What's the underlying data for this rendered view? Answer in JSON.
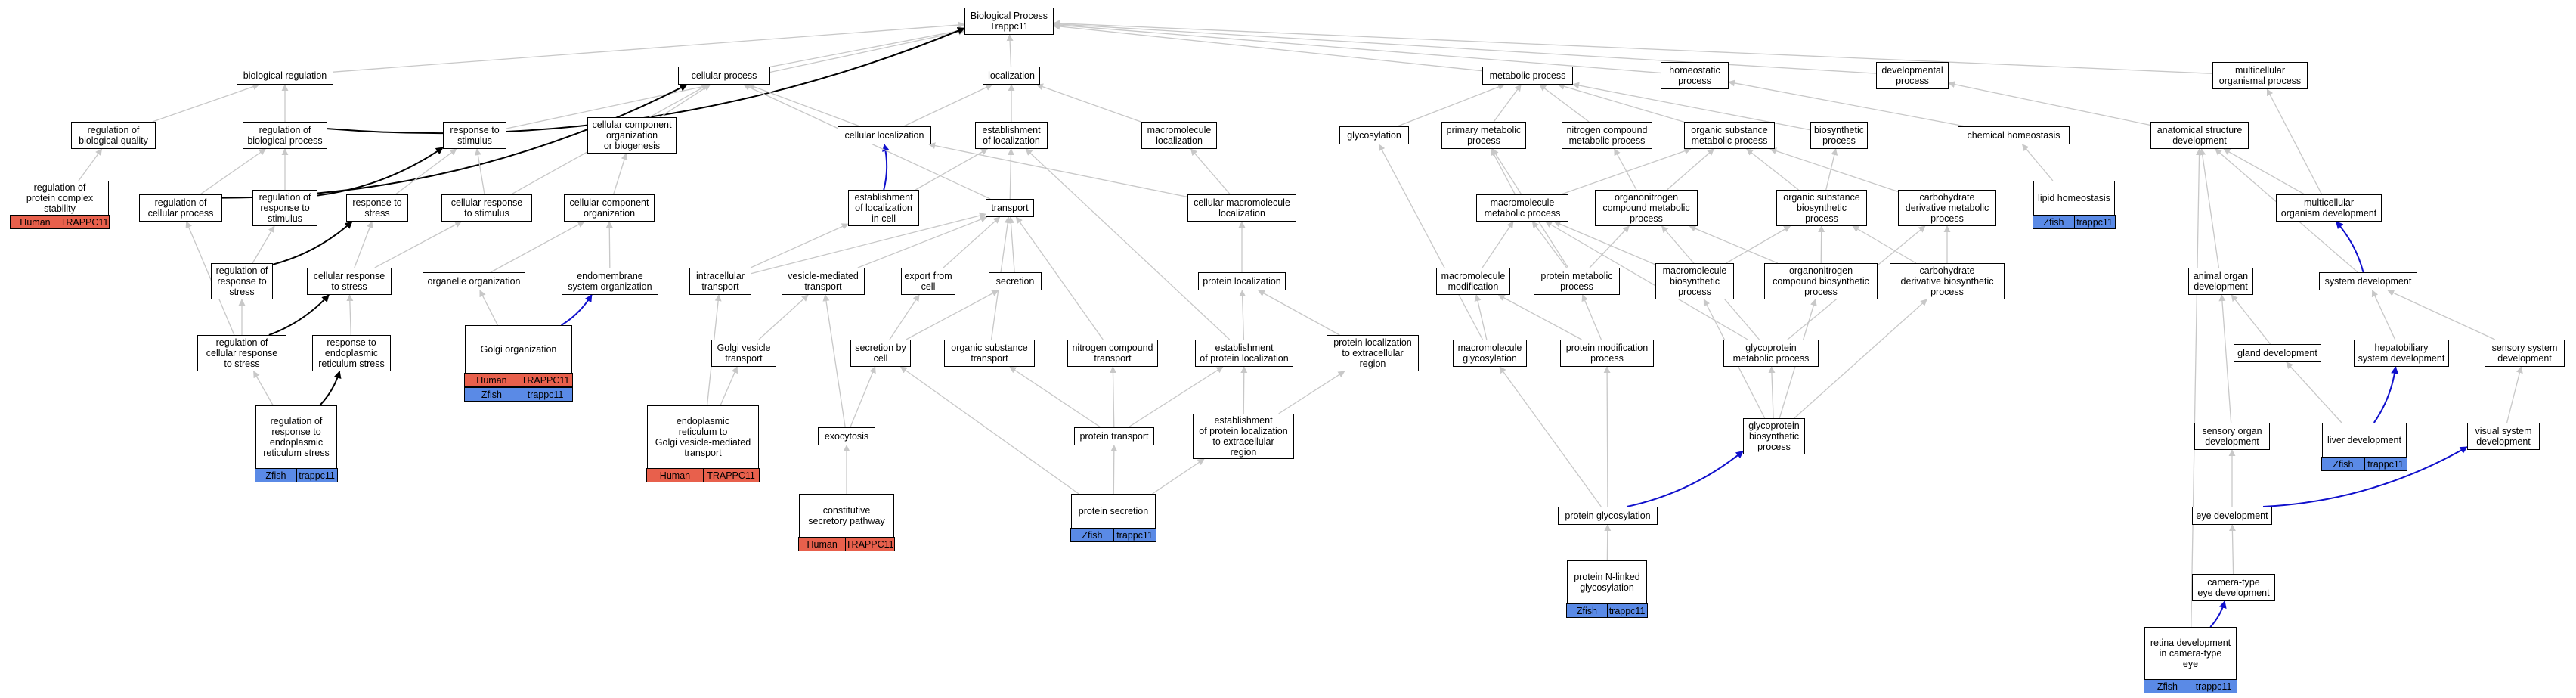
{
  "colors": {
    "human": "#e8604c",
    "zfish": "#5a8ae6",
    "edge_gray": "#c8c8c8",
    "edge_black": "#000000",
    "edge_blue": "#1010cc"
  },
  "nodes": {
    "root": "Biological Process\nTrappc11",
    "bio_reg": "biological regulation",
    "cellular_process": "cellular process",
    "localization": "localization",
    "metabolic_process": "metabolic process",
    "homeostatic": "homeostatic\nprocess",
    "developmental": "developmental\nprocess",
    "multicellular_org": "multicellular\norganismal process",
    "reg_bio_quality": "regulation of\nbiological quality",
    "reg_bio_process": "regulation of\nbiological process",
    "response_stimulus": "response to\nstimulus",
    "ccob": "cellular component\norganization\nor biogenesis",
    "cell_loc": "cellular localization",
    "est_loc": "establishment\nof localization",
    "macro_loc": "macromolecule\nlocalization",
    "glycosylation": "glycosylation",
    "primary_met": "primary metabolic\nprocess",
    "nitrogen_met": "nitrogen compound\nmetabolic process",
    "org_sub_met": "organic substance\nmetabolic process",
    "biosynthetic": "biosynthetic\nprocess",
    "chem_homeo": "chemical homeostasis",
    "anat_dev": "anatomical structure\ndevelopment",
    "reg_pcs": "regulation of\nprotein complex\nstability",
    "reg_cell_proc": "regulation of\ncellular process",
    "reg_resp_stim": "regulation of\nresponse to\nstimulus",
    "resp_stress": "response to\nstress",
    "cell_resp_stim": "cellular response\nto stimulus",
    "cc_org": "cellular component\norganization",
    "est_loc_cell": "establishment\nof localization\nin cell",
    "transport": "transport",
    "cell_macro_loc": "cellular macromolecule\nlocalization",
    "macro_met": "macromolecule\nmetabolic process",
    "orgN_met": "organonitrogen\ncompound metabolic\nprocess",
    "org_sub_bio": "organic substance\nbiosynthetic\nprocess",
    "carb_met": "carbohydrate\nderivative metabolic\nprocess",
    "lipid_homeo": "lipid homeostasis",
    "multi_org_dev": "multicellular\norganism development",
    "reg_resp_stress": "regulation of\nresponse to\nstress",
    "cell_resp_stress": "cellular response\nto stress",
    "organelle_org": "organelle organization",
    "endomem_org": "endomembrane\nsystem organization",
    "intracell_trans": "intracellular\ntransport",
    "vesicle_trans": "vesicle-mediated\ntransport",
    "export_cell": "export from\ncell",
    "secretion": "secretion",
    "protein_loc": "protein localization",
    "macro_mod": "macromolecule\nmodification",
    "protein_met": "protein metabolic\nprocess",
    "macro_bio": "macromolecule\nbiosynthetic\nprocess",
    "orgN_bio": "organonitrogen\ncompound biosynthetic\nprocess",
    "carb_bio": "carbohydrate\nderivative biosynthetic\nprocess",
    "animal_organ_dev": "animal organ\ndevelopment",
    "system_dev": "system development",
    "reg_cell_resp_stress": "regulation of\ncellular response\nto stress",
    "resp_er_stress": "response to\nendoplasmic\nreticulum stress",
    "golgi_org": "Golgi organization",
    "golgi_ves": "Golgi vesicle\ntransport",
    "secretion_by_cell": "secretion by\ncell",
    "org_sub_trans": "organic substance\ntransport",
    "nitrogen_trans": "nitrogen compound\ntransport",
    "est_prot_loc": "establishment\nof protein localization",
    "prot_loc_ext": "protein localization\nto extracellular\nregion",
    "macro_glyco": "macromolecule\nglycosylation",
    "prot_mod": "protein modification\nprocess",
    "glycoprot_met": "glycoprotein\nmetabolic process",
    "gland_dev": "gland development",
    "hepato_dev": "hepatobiliary\nsystem development",
    "sensory_sys_dev": "sensory system\ndevelopment",
    "reg_resp_er_stress": "regulation of\nresponse to\nendoplasmic\nreticulum stress",
    "er_golgi_trans": "endoplasmic\nreticulum to\nGolgi vesicle-mediated\ntransport",
    "exocytosis": "exocytosis",
    "prot_trans": "protein transport",
    "est_prot_loc_ext": "establishment\nof protein localization\nto extracellular\nregion",
    "glycoprot_bio": "glycoprotein\nbiosynthetic\nprocess",
    "sensory_organ_dev": "sensory organ\ndevelopment",
    "liver_dev": "liver development",
    "visual_sys_dev": "visual system\ndevelopment",
    "const_secretory": "constitutive\nsecretory pathway",
    "prot_secretion": "protein secretion",
    "prot_glyco": "protein glycosylation",
    "eye_dev": "eye development",
    "prot_nlinked": "protein N-linked\nglycosylation",
    "camera_eye_dev": "camera-type\neye development",
    "retina_dev": "retina development\nin camera-type\neye"
  },
  "annotations": {
    "reg_pcs": [
      {
        "species": "Human",
        "gene": "TRAPPC11"
      }
    ],
    "golgi_org": [
      {
        "species": "Human",
        "gene": "TRAPPC11"
      },
      {
        "species": "Zfish",
        "gene": "trappc11"
      }
    ],
    "reg_resp_er_stress": [
      {
        "species": "Zfish",
        "gene": "trappc11"
      }
    ],
    "er_golgi_trans": [
      {
        "species": "Human",
        "gene": "TRAPPC11"
      }
    ],
    "const_secretory": [
      {
        "species": "Human",
        "gene": "TRAPPC11"
      }
    ],
    "prot_secretion": [
      {
        "species": "Zfish",
        "gene": "trappc11"
      }
    ],
    "prot_nlinked": [
      {
        "species": "Zfish",
        "gene": "trappc11"
      }
    ],
    "lipid_homeo": [
      {
        "species": "Zfish",
        "gene": "trappc11"
      }
    ],
    "liver_dev": [
      {
        "species": "Zfish",
        "gene": "trappc11"
      }
    ],
    "retina_dev": [
      {
        "species": "Zfish",
        "gene": "trappc11"
      }
    ]
  },
  "edges": [
    [
      "bio_reg",
      "root",
      "gray"
    ],
    [
      "cellular_process",
      "root",
      "gray"
    ],
    [
      "localization",
      "root",
      "gray"
    ],
    [
      "metabolic_process",
      "root",
      "gray"
    ],
    [
      "homeostatic",
      "root",
      "gray"
    ],
    [
      "developmental",
      "root",
      "gray"
    ],
    [
      "multicellular_org",
      "root",
      "gray"
    ],
    [
      "response_stimulus",
      "root",
      "gray"
    ],
    [
      "reg_bio_quality",
      "bio_reg",
      "gray"
    ],
    [
      "reg_bio_process",
      "bio_reg",
      "gray"
    ],
    [
      "reg_bio_process",
      "root",
      "black"
    ],
    [
      "ccob",
      "cellular_process",
      "gray"
    ],
    [
      "cell_loc",
      "cellular_process",
      "gray"
    ],
    [
      "cell_loc",
      "localization",
      "gray"
    ],
    [
      "est_loc",
      "localization",
      "gray"
    ],
    [
      "macro_loc",
      "localization",
      "gray"
    ],
    [
      "glycosylation",
      "metabolic_process",
      "gray"
    ],
    [
      "primary_met",
      "metabolic_process",
      "gray"
    ],
    [
      "nitrogen_met",
      "metabolic_process",
      "gray"
    ],
    [
      "org_sub_met",
      "metabolic_process",
      "gray"
    ],
    [
      "biosynthetic",
      "metabolic_process",
      "gray"
    ],
    [
      "chem_homeo",
      "homeostatic",
      "gray"
    ],
    [
      "anat_dev",
      "developmental",
      "gray"
    ],
    [
      "multi_org_dev",
      "multicellular_org",
      "gray"
    ],
    [
      "reg_pcs",
      "reg_bio_quality",
      "gray"
    ],
    [
      "reg_cell_proc",
      "reg_bio_process",
      "gray"
    ],
    [
      "reg_cell_proc",
      "cellular_process",
      "black"
    ],
    [
      "reg_resp_stim",
      "reg_bio_process",
      "gray"
    ],
    [
      "reg_resp_stim",
      "response_stimulus",
      "black"
    ],
    [
      "resp_stress",
      "response_stimulus",
      "gray"
    ],
    [
      "cell_resp_stim",
      "response_stimulus",
      "gray"
    ],
    [
      "cell_resp_stim",
      "cellular_process",
      "gray"
    ],
    [
      "cc_org",
      "ccob",
      "gray"
    ],
    [
      "est_loc_cell",
      "cell_loc",
      "blue"
    ],
    [
      "est_loc_cell",
      "est_loc",
      "gray"
    ],
    [
      "transport",
      "est_loc",
      "gray"
    ],
    [
      "transport",
      "cellular_process",
      "gray"
    ],
    [
      "cell_macro_loc",
      "macro_loc",
      "gray"
    ],
    [
      "cell_macro_loc",
      "cell_loc",
      "gray"
    ],
    [
      "macro_met",
      "primary_met",
      "gray"
    ],
    [
      "macro_met",
      "org_sub_met",
      "gray"
    ],
    [
      "orgN_met",
      "nitrogen_met",
      "gray"
    ],
    [
      "orgN_met",
      "org_sub_met",
      "gray"
    ],
    [
      "org_sub_bio",
      "org_sub_met",
      "gray"
    ],
    [
      "org_sub_bio",
      "biosynthetic",
      "gray"
    ],
    [
      "carb_met",
      "org_sub_met",
      "gray"
    ],
    [
      "lipid_homeo",
      "chem_homeo",
      "gray"
    ],
    [
      "multi_org_dev",
      "anat_dev",
      "gray"
    ],
    [
      "reg_resp_stress",
      "reg_resp_stim",
      "gray"
    ],
    [
      "reg_resp_stress",
      "resp_stress",
      "black"
    ],
    [
      "cell_resp_stress",
      "resp_stress",
      "gray"
    ],
    [
      "cell_resp_stress",
      "cell_resp_stim",
      "gray"
    ],
    [
      "organelle_org",
      "cc_org",
      "gray"
    ],
    [
      "endomem_org",
      "cc_org",
      "gray"
    ],
    [
      "intracell_trans",
      "transport",
      "gray"
    ],
    [
      "intracell_trans",
      "est_loc_cell",
      "gray"
    ],
    [
      "vesicle_trans",
      "transport",
      "gray"
    ],
    [
      "export_cell",
      "transport",
      "gray"
    ],
    [
      "secretion",
      "transport",
      "gray"
    ],
    [
      "protein_loc",
      "cell_macro_loc",
      "gray"
    ],
    [
      "macro_mod",
      "macro_met",
      "gray"
    ],
    [
      "protein_met",
      "primary_met",
      "gray"
    ],
    [
      "protein_met",
      "macro_met",
      "gray"
    ],
    [
      "protein_met",
      "orgN_met",
      "gray"
    ],
    [
      "macro_bio",
      "macro_met",
      "gray"
    ],
    [
      "macro_bio",
      "org_sub_bio",
      "gray"
    ],
    [
      "orgN_bio",
      "orgN_met",
      "gray"
    ],
    [
      "orgN_bio",
      "org_sub_bio",
      "gray"
    ],
    [
      "carb_bio",
      "carb_met",
      "gray"
    ],
    [
      "carb_bio",
      "org_sub_bio",
      "gray"
    ],
    [
      "animal_organ_dev",
      "anat_dev",
      "gray"
    ],
    [
      "system_dev",
      "multi_org_dev",
      "blue"
    ],
    [
      "system_dev",
      "anat_dev",
      "gray"
    ],
    [
      "reg_cell_resp_stress",
      "reg_resp_stress",
      "gray"
    ],
    [
      "reg_cell_resp_stress",
      "cell_resp_stress",
      "black"
    ],
    [
      "reg_cell_resp_stress",
      "reg_cell_proc",
      "gray"
    ],
    [
      "resp_er_stress",
      "cell_resp_stress",
      "gray"
    ],
    [
      "golgi_org",
      "organelle_org",
      "gray"
    ],
    [
      "golgi_org",
      "endomem_org",
      "blue"
    ],
    [
      "golgi_ves",
      "vesicle_trans",
      "gray"
    ],
    [
      "secretion_by_cell",
      "export_cell",
      "gray"
    ],
    [
      "secretion_by_cell",
      "secretion",
      "gray"
    ],
    [
      "org_sub_trans",
      "transport",
      "gray"
    ],
    [
      "nitrogen_trans",
      "transport",
      "gray"
    ],
    [
      "est_prot_loc",
      "protein_loc",
      "gray"
    ],
    [
      "est_prot_loc",
      "est_loc",
      "gray"
    ],
    [
      "prot_loc_ext",
      "protein_loc",
      "gray"
    ],
    [
      "macro_glyco",
      "glycosylation",
      "gray"
    ],
    [
      "macro_glyco",
      "macro_mod",
      "gray"
    ],
    [
      "prot_mod",
      "protein_met",
      "gray"
    ],
    [
      "prot_mod",
      "macro_mod",
      "gray"
    ],
    [
      "glycoprot_met",
      "macro_met",
      "gray"
    ],
    [
      "glycoprot_met",
      "carb_met",
      "gray"
    ],
    [
      "glycoprot_met",
      "orgN_met",
      "gray"
    ],
    [
      "gland_dev",
      "animal_organ_dev",
      "gray"
    ],
    [
      "hepato_dev",
      "system_dev",
      "gray"
    ],
    [
      "sensory_sys_dev",
      "system_dev",
      "gray"
    ],
    [
      "reg_resp_er_stress",
      "reg_cell_resp_stress",
      "gray"
    ],
    [
      "reg_resp_er_stress",
      "resp_er_stress",
      "black"
    ],
    [
      "er_golgi_trans",
      "golgi_ves",
      "gray"
    ],
    [
      "er_golgi_trans",
      "intracell_trans",
      "gray"
    ],
    [
      "exocytosis",
      "vesicle_trans",
      "gray"
    ],
    [
      "exocytosis",
      "secretion_by_cell",
      "gray"
    ],
    [
      "prot_trans",
      "org_sub_trans",
      "gray"
    ],
    [
      "prot_trans",
      "nitrogen_trans",
      "gray"
    ],
    [
      "prot_trans",
      "est_prot_loc",
      "gray"
    ],
    [
      "est_prot_loc_ext",
      "est_prot_loc",
      "gray"
    ],
    [
      "est_prot_loc_ext",
      "prot_loc_ext",
      "gray"
    ],
    [
      "glycoprot_bio",
      "glycoprot_met",
      "gray"
    ],
    [
      "glycoprot_bio",
      "macro_bio",
      "gray"
    ],
    [
      "glycoprot_bio",
      "orgN_bio",
      "gray"
    ],
    [
      "glycoprot_bio",
      "carb_bio",
      "gray"
    ],
    [
      "sensory_organ_dev",
      "animal_organ_dev",
      "gray"
    ],
    [
      "liver_dev",
      "hepato_dev",
      "blue"
    ],
    [
      "liver_dev",
      "gland_dev",
      "gray"
    ],
    [
      "visual_sys_dev",
      "sensory_sys_dev",
      "gray"
    ],
    [
      "const_secretory",
      "exocytosis",
      "gray"
    ],
    [
      "prot_secretion",
      "prot_trans",
      "gray"
    ],
    [
      "prot_secretion",
      "secretion_by_cell",
      "gray"
    ],
    [
      "prot_secretion",
      "est_prot_loc_ext",
      "gray"
    ],
    [
      "prot_glyco",
      "macro_glyco",
      "gray"
    ],
    [
      "prot_glyco",
      "prot_mod",
      "gray"
    ],
    [
      "prot_glyco",
      "glycoprot_bio",
      "blue"
    ],
    [
      "eye_dev",
      "sensory_organ_dev",
      "gray"
    ],
    [
      "eye_dev",
      "visual_sys_dev",
      "blue"
    ],
    [
      "prot_nlinked",
      "prot_glyco",
      "gray"
    ],
    [
      "camera_eye_dev",
      "eye_dev",
      "gray"
    ],
    [
      "retina_dev",
      "camera_eye_dev",
      "blue"
    ],
    [
      "retina_dev",
      "anat_dev",
      "gray"
    ]
  ]
}
